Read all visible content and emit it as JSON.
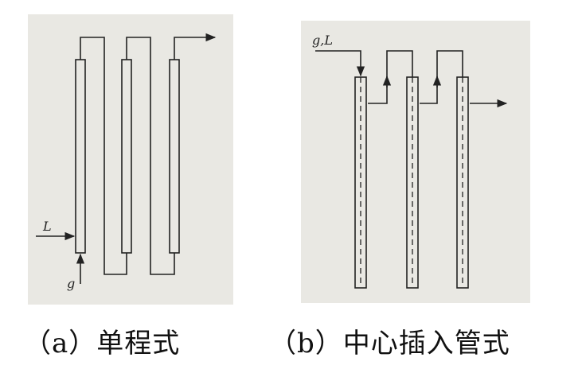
{
  "panel_a": {
    "caption": "（a）单程式",
    "inlet_liquid_label": "L",
    "inlet_gas_label": "g"
  },
  "panel_b": {
    "caption": "（b）中心插入管式",
    "inlet_label": "g,L"
  },
  "colors": {
    "line": "#222222",
    "panel_background": "#e9e8e3"
  }
}
